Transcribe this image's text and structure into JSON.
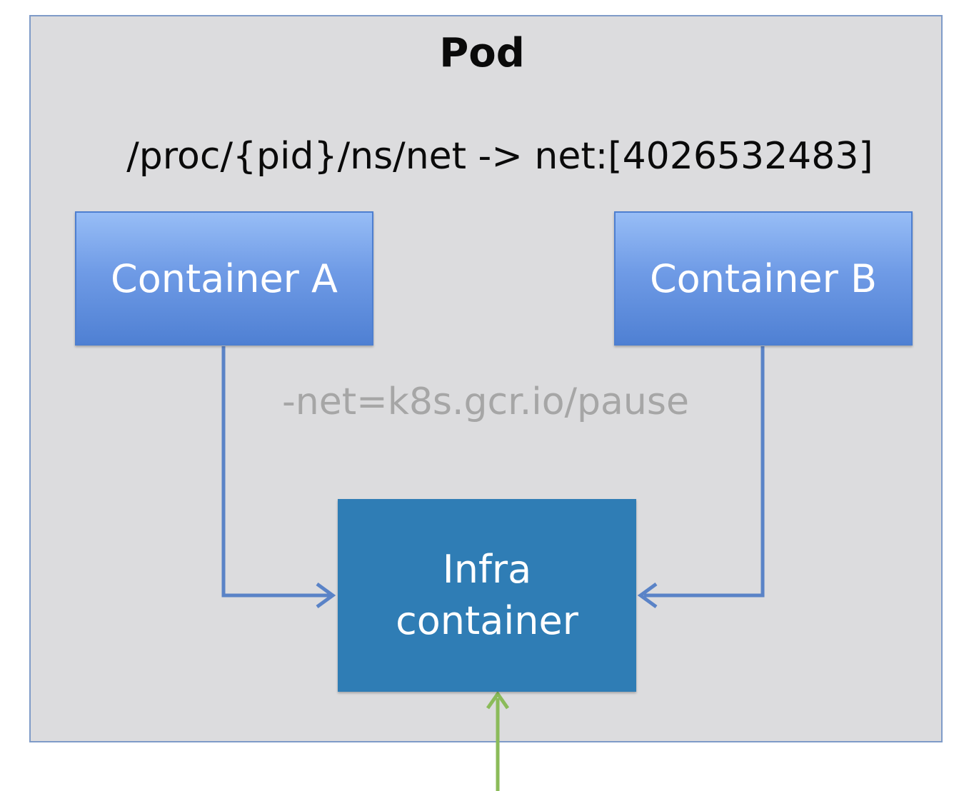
{
  "pod": {
    "title": "Pod",
    "ns_path": "/proc/{pid}/ns/net -> net:[4026532483]",
    "net_flag": "-net=k8s.gcr.io/pause"
  },
  "containers": {
    "a_label": "Container A",
    "b_label": "Container B",
    "infra_label": "Infra\ncontainer"
  },
  "colors": {
    "pod_background": "#dcdcde",
    "pod_border": "#7f9bc8",
    "container_gradient_top": "#97bdf6",
    "container_gradient_bottom": "#4f80d3",
    "infra_fill": "#2f7db5",
    "connector_blue": "#5a83c7",
    "connector_green": "#8bbb5a",
    "flag_text": "#a6a6a6"
  }
}
